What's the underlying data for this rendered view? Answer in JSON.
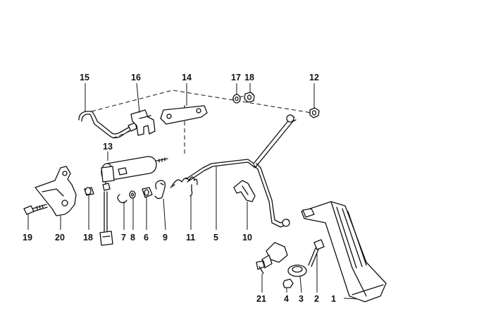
{
  "diagram": {
    "labels": {
      "p1": "1",
      "p2": "2",
      "p3": "3",
      "p4": "4",
      "p5": "5",
      "p6": "6",
      "p7": "7",
      "p8": "8",
      "p9": "9",
      "p10": "10",
      "p11": "11",
      "p12": "12",
      "p13": "13",
      "p14": "14",
      "p15": "15",
      "p16": "16",
      "p17": "17",
      "p18a": "18",
      "p18b": "18",
      "p19": "19",
      "p20": "20",
      "p21": "21"
    },
    "line_color": "#111111",
    "background": "#ffffff"
  }
}
